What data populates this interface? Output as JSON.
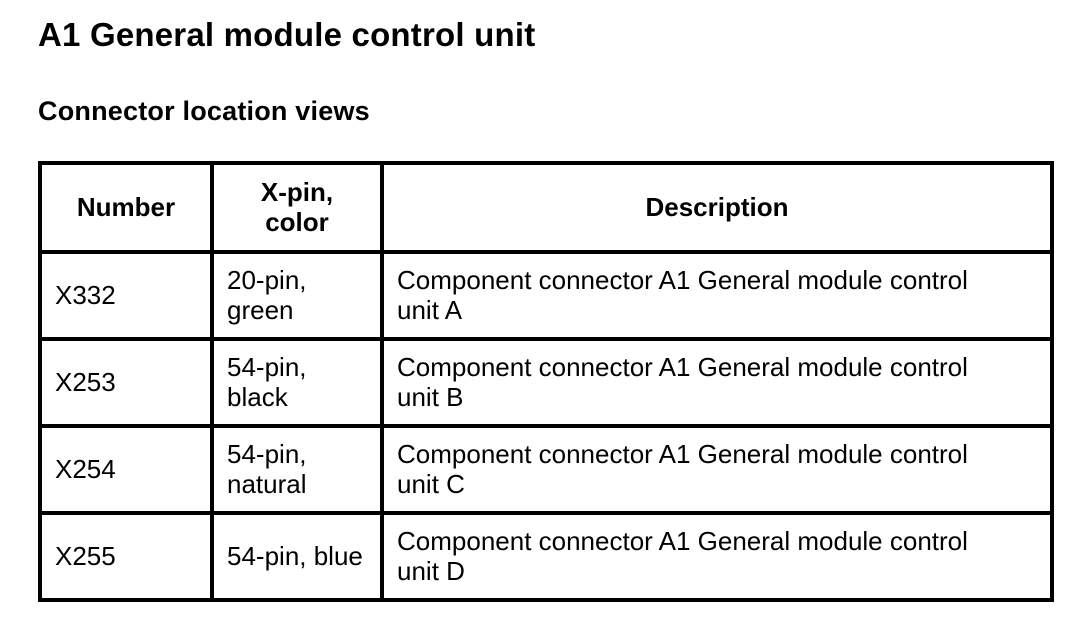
{
  "page": {
    "title": "A1 General module control unit",
    "subtitle": "Connector location views"
  },
  "table": {
    "columns": {
      "number": "Number",
      "pin_color": "X-pin,\ncolor",
      "description": "Description"
    },
    "rows": [
      {
        "number": "X332",
        "pin_color": "20-pin,\ngreen",
        "description": "Component connector A1 General module control unit A"
      },
      {
        "number": "X253",
        "pin_color": "54-pin,\nblack",
        "description": "Component connector A1 General module control unit B"
      },
      {
        "number": "X254",
        "pin_color": "54-pin,\nnatural",
        "description": "Component connector A1 General module control unit C"
      },
      {
        "number": "X255",
        "pin_color": "54-pin, blue",
        "description": "Component connector A1 General module control unit D"
      }
    ],
    "colors": {
      "border": "#000000",
      "text": "#000000",
      "background": "#ffffff"
    }
  }
}
